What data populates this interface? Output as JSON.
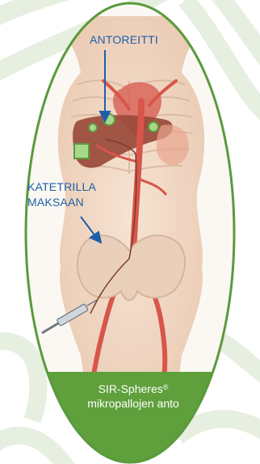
{
  "labels": {
    "antoreitti": "ANTOREITTI",
    "catheter_line1": "KATETRILLA",
    "catheter_line2": "MAKSAAN"
  },
  "caption": {
    "product": "SIR-Spheres",
    "registered_mark": "®",
    "line2": "mikropallojen anto"
  },
  "colors": {
    "background_swirl": "#e8f1e2",
    "oval_border": "#5a9a3c",
    "caption_band": "#5fa03c",
    "label_text": "#1e5fa8",
    "arrow": "#1e5fa8",
    "liver": "#9a4a3a",
    "artery": "#d8554a",
    "skin": "#f1d9c6"
  }
}
